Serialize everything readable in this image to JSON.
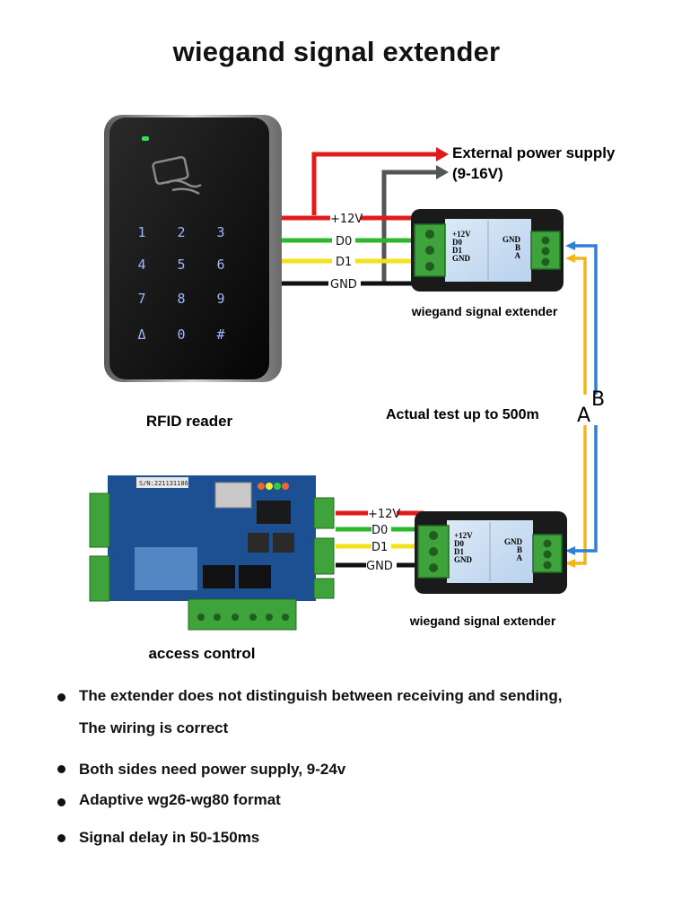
{
  "title": "wiegand signal extender",
  "labels": {
    "power_supply_line1": "External power supply",
    "power_supply_line2": "(9-16V)",
    "top_extender_caption": "wiegand signal extender",
    "bottom_extender_caption": "wiegand signal extender",
    "reader_caption": "RFID reader",
    "range_caption": "Actual test up to 500m",
    "line_a": "A",
    "line_b": "B",
    "access_caption": "access control"
  },
  "wires_top": [
    "+12V",
    "D0",
    "D1",
    "GND"
  ],
  "wires_bottom": [
    "+12V",
    "D0",
    "D1",
    "GND"
  ],
  "extender_terminals": {
    "left": [
      "+12V",
      "D0",
      "D1",
      "GND"
    ],
    "right": [
      "GND",
      "B",
      "A"
    ]
  },
  "keypad": {
    "keys": [
      "1",
      "2",
      "3",
      "4",
      "5",
      "6",
      "7",
      "8",
      "9",
      "Δ",
      "0",
      "#"
    ]
  },
  "board_label": "S/N:221131186",
  "notes": [
    "The extender does not distinguish between receiving and sending,",
    "The wiring is correct",
    "Both sides need power supply, 9-24v",
    "Adaptive wg26-wg80 format",
    "Signal delay in 50-150ms"
  ],
  "colors": {
    "wire_12v": "#e11b1b",
    "wire_d0": "#2bb82b",
    "wire_d1": "#f2e21a",
    "wire_gnd": "#111111",
    "line_a": "#f2b51a",
    "line_b": "#2f7fd6",
    "terminal_green": "#3da33a",
    "board_blue": "#1d4f93",
    "keypad_glow": "#9fb6ff"
  }
}
